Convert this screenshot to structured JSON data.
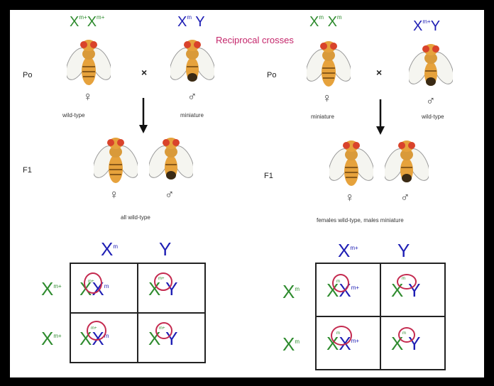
{
  "title": "Reciprocal crosses",
  "left": {
    "p_label": "Po",
    "f1_label": "F1",
    "female_genotype": [
      "X",
      "m+",
      "X",
      "m+"
    ],
    "male_genotype": [
      "X",
      "m",
      "Y"
    ],
    "female_caption": "wild-type",
    "male_caption": "miniature",
    "f1_caption": "all wild-type",
    "punnett": {
      "col_headers": [
        {
          "base": "X",
          "sup": "m"
        },
        {
          "base": "Y",
          "sup": ""
        }
      ],
      "row_headers": [
        {
          "base": "X",
          "sup": "m+"
        },
        {
          "base": "X",
          "sup": "m+"
        }
      ],
      "cells": [
        [
          {
            "a": "X",
            "b": "X",
            "asup": "m+",
            "bsup": "m"
          },
          {
            "a": "X",
            "b": "Y",
            "asup": "m+",
            "bsup": ""
          }
        ],
        [
          {
            "a": "X",
            "b": "X",
            "asup": "m+",
            "bsup": "m"
          },
          {
            "a": "X",
            "b": "Y",
            "asup": "m+",
            "bsup": ""
          }
        ]
      ]
    }
  },
  "right": {
    "p_label": "Po",
    "f1_label": "F1",
    "female_genotype": [
      "X",
      "m",
      "X",
      "m"
    ],
    "male_genotype": [
      "X",
      "m+",
      "Y"
    ],
    "female_caption": "miniature",
    "male_caption": "wild-type",
    "f1_caption": "females wild-type, males miniature",
    "punnett": {
      "col_headers": [
        {
          "base": "X",
          "sup": "m+"
        },
        {
          "base": "Y",
          "sup": ""
        }
      ],
      "row_headers": [
        {
          "base": "X",
          "sup": "m"
        },
        {
          "base": "X",
          "sup": "m"
        }
      ],
      "cells": [
        [
          {
            "a": "X",
            "b": "X",
            "asup": "m",
            "bsup": "m+"
          },
          {
            "a": "X",
            "b": "Y",
            "asup": "m",
            "bsup": ""
          }
        ],
        [
          {
            "a": "X",
            "b": "X",
            "asup": "m",
            "bsup": "m+"
          },
          {
            "a": "X",
            "b": "Y",
            "asup": "m",
            "bsup": ""
          }
        ]
      ]
    }
  },
  "symbols": {
    "female": "♀",
    "male": "♂",
    "cross": "×"
  },
  "colors": {
    "green": "#2e8b2e",
    "blue": "#1e1eb4",
    "highlight": "#c42a4f",
    "fly_body": "#e6a23c",
    "fly_eye": "#d9432b"
  }
}
